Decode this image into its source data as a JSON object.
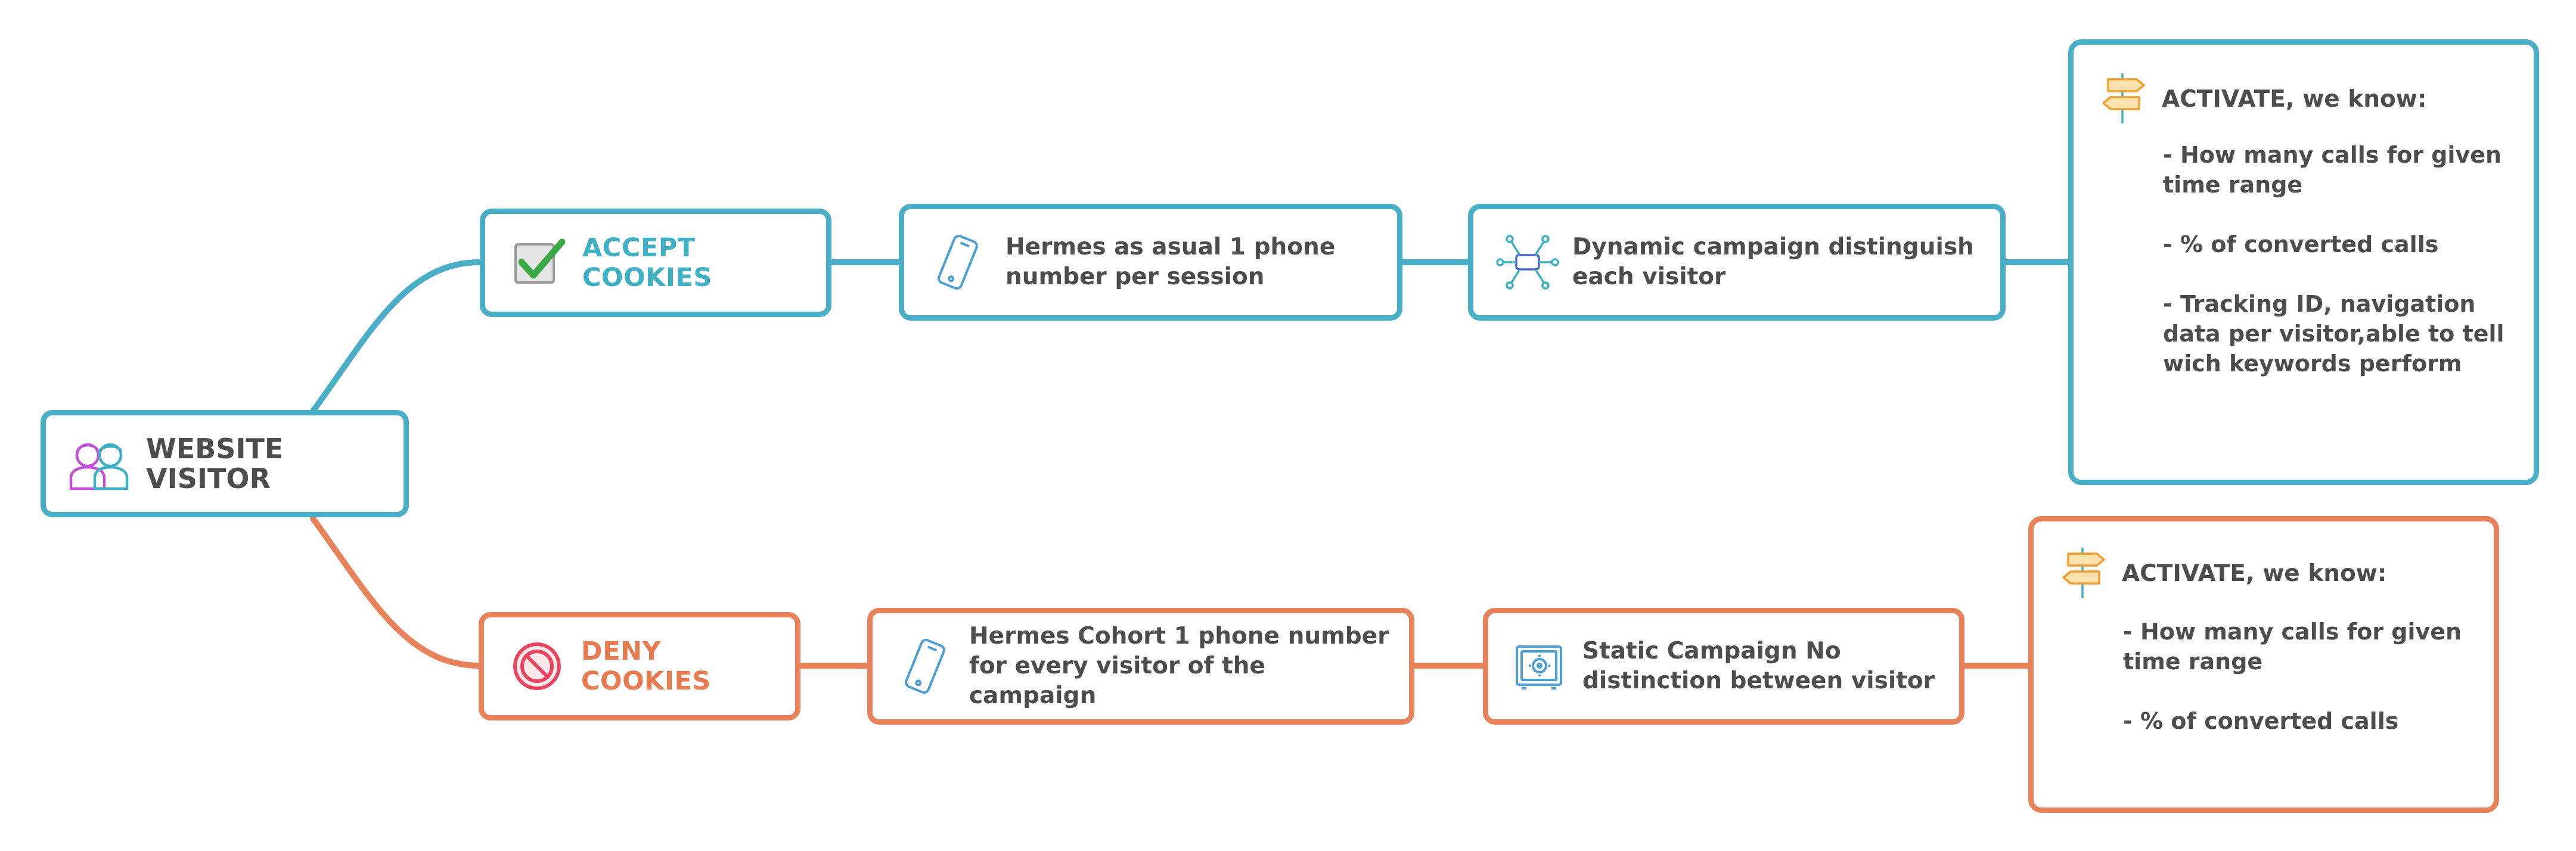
{
  "root": {
    "label": "WEBSITE VISITOR",
    "icon": "users-icon"
  },
  "branches": {
    "accept": {
      "color": "#4aafc6",
      "decision": {
        "label": "ACCEPT COOKIES",
        "icon": "checkbox-checked-icon"
      },
      "tracking": {
        "label": "Hermes as asual 1 phone number per session",
        "icon": "phone-icon"
      },
      "campaign": {
        "label": "Dynamic campaign distinguish each visitor",
        "icon": "network-icon"
      },
      "result": {
        "title": "ACTIVATE, we know:",
        "icon": "signpost-icon",
        "items": [
          "- How many calls for given time range",
          "- % of converted calls",
          "- Tracking ID, navigation data per visitor,able to tell wich keywords perform"
        ]
      }
    },
    "deny": {
      "color": "#e8825a",
      "decision": {
        "label": "DENY COOKIES",
        "icon": "no-entry-icon"
      },
      "tracking": {
        "label": "Hermes Cohort 1 phone number for every visitor of the campaign",
        "icon": "phone-icon"
      },
      "campaign": {
        "label": "Static Campaign No distinction between visitor",
        "icon": "safe-icon"
      },
      "result": {
        "title": "ACTIVATE, we know:",
        "icon": "signpost-icon",
        "items": [
          "- How many calls for given time range",
          "- % of converted calls"
        ]
      }
    }
  }
}
